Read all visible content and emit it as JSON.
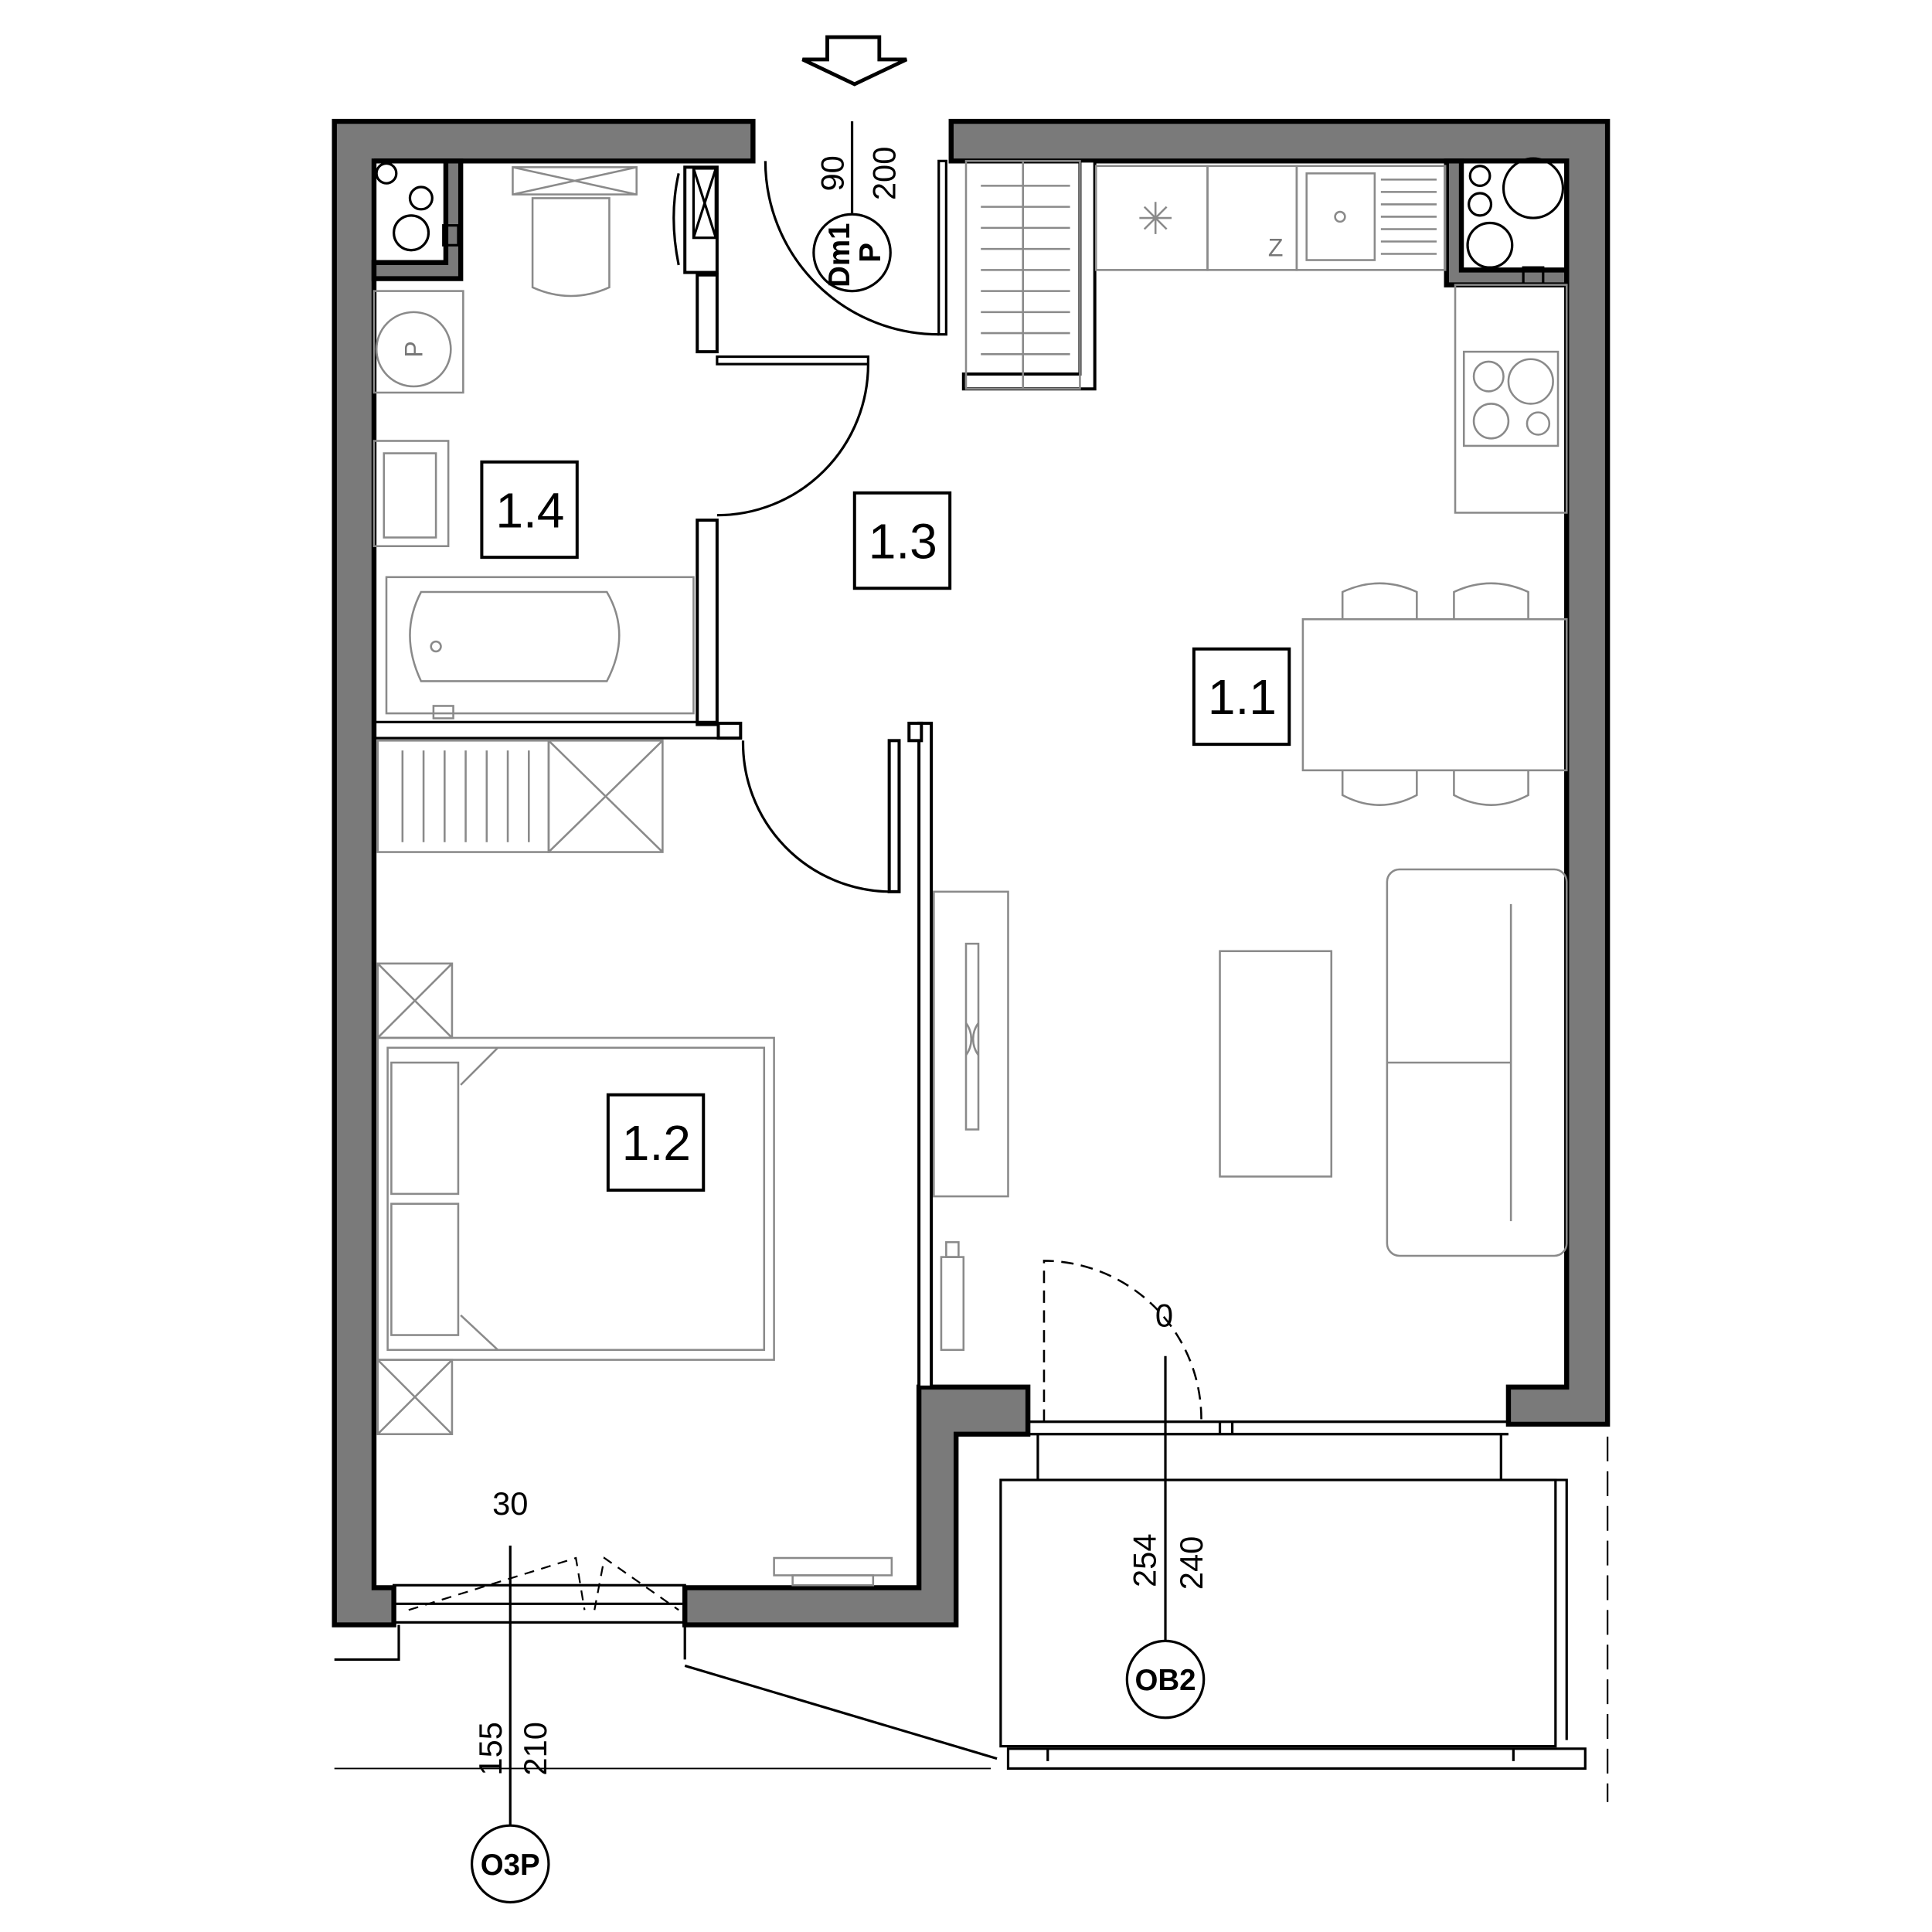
{
  "plan": {
    "rooms": [
      {
        "id": "1.1"
      },
      {
        "id": "1.2"
      },
      {
        "id": "1.3"
      },
      {
        "id": "1.4"
      }
    ],
    "entrance_door": {
      "width": "90",
      "height": "200",
      "code": "Dm1",
      "type": "P"
    },
    "bedroom_window": {
      "sill": "30",
      "left": "155",
      "right": "210",
      "code": "O3P"
    },
    "balcony_door": {
      "left": "254",
      "right": "240",
      "code": "OB2",
      "mark": "0"
    },
    "fixtures": {
      "washer": "P",
      "fridge": "Z"
    },
    "colors": {
      "wall": "#7a7a7a",
      "line": "#000000",
      "furniture": "#8a8a8a"
    }
  }
}
